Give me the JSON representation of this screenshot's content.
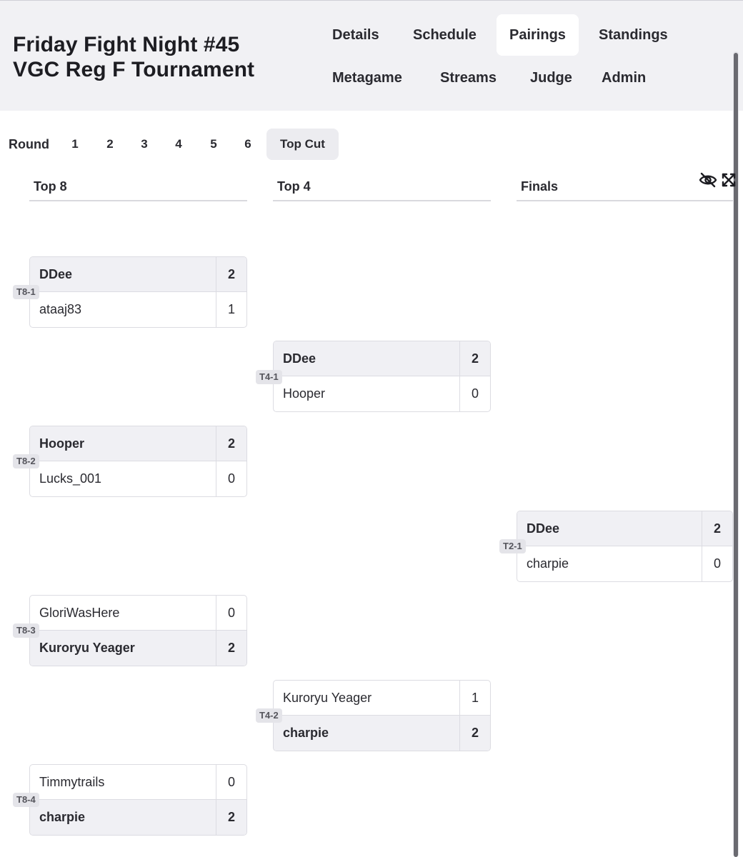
{
  "event": {
    "title_line1": "Friday Fight Night #45",
    "title_line2": "VGC Reg F Tournament"
  },
  "nav": {
    "active": "Pairings",
    "items": [
      {
        "label": "Details"
      },
      {
        "label": "Schedule"
      },
      {
        "label": "Pairings"
      },
      {
        "label": "Standings"
      },
      {
        "label": "Metagame"
      },
      {
        "label": "Streams"
      },
      {
        "label": "Judge"
      },
      {
        "label": "Admin"
      }
    ]
  },
  "rounds": {
    "label": "Round",
    "active": "Top Cut",
    "tabs": [
      "1",
      "2",
      "3",
      "4",
      "5",
      "6",
      "Top Cut"
    ]
  },
  "bracket": {
    "columns": [
      "Top 8",
      "Top 4",
      "Finals"
    ],
    "icons": [
      "eye-off-icon",
      "expand-icon"
    ],
    "matches": [
      {
        "label": "T8-1",
        "players": [
          {
            "name": "DDee",
            "score": "2",
            "winner": true
          },
          {
            "name": "ataaj83",
            "score": "1",
            "winner": false
          }
        ]
      },
      {
        "label": "T8-2",
        "players": [
          {
            "name": "Hooper",
            "score": "2",
            "winner": true
          },
          {
            "name": "Lucks_001",
            "score": "0",
            "winner": false
          }
        ]
      },
      {
        "label": "T8-3",
        "players": [
          {
            "name": "GloriWasHere",
            "score": "0",
            "winner": false
          },
          {
            "name": "Kuroryu Yeager",
            "score": "2",
            "winner": true
          }
        ]
      },
      {
        "label": "T8-4",
        "players": [
          {
            "name": "Timmytrails",
            "score": "0",
            "winner": false
          },
          {
            "name": "charpie",
            "score": "2",
            "winner": true
          }
        ]
      },
      {
        "label": "T4-1",
        "players": [
          {
            "name": "DDee",
            "score": "2",
            "winner": true
          },
          {
            "name": "Hooper",
            "score": "0",
            "winner": false
          }
        ]
      },
      {
        "label": "T4-2",
        "players": [
          {
            "name": "Kuroryu Yeager",
            "score": "1",
            "winner": false
          },
          {
            "name": "charpie",
            "score": "2",
            "winner": true
          }
        ]
      },
      {
        "label": "T2-1",
        "players": [
          {
            "name": "DDee",
            "score": "2",
            "winner": true
          },
          {
            "name": "charpie",
            "score": "0",
            "winner": false
          }
        ]
      }
    ]
  }
}
